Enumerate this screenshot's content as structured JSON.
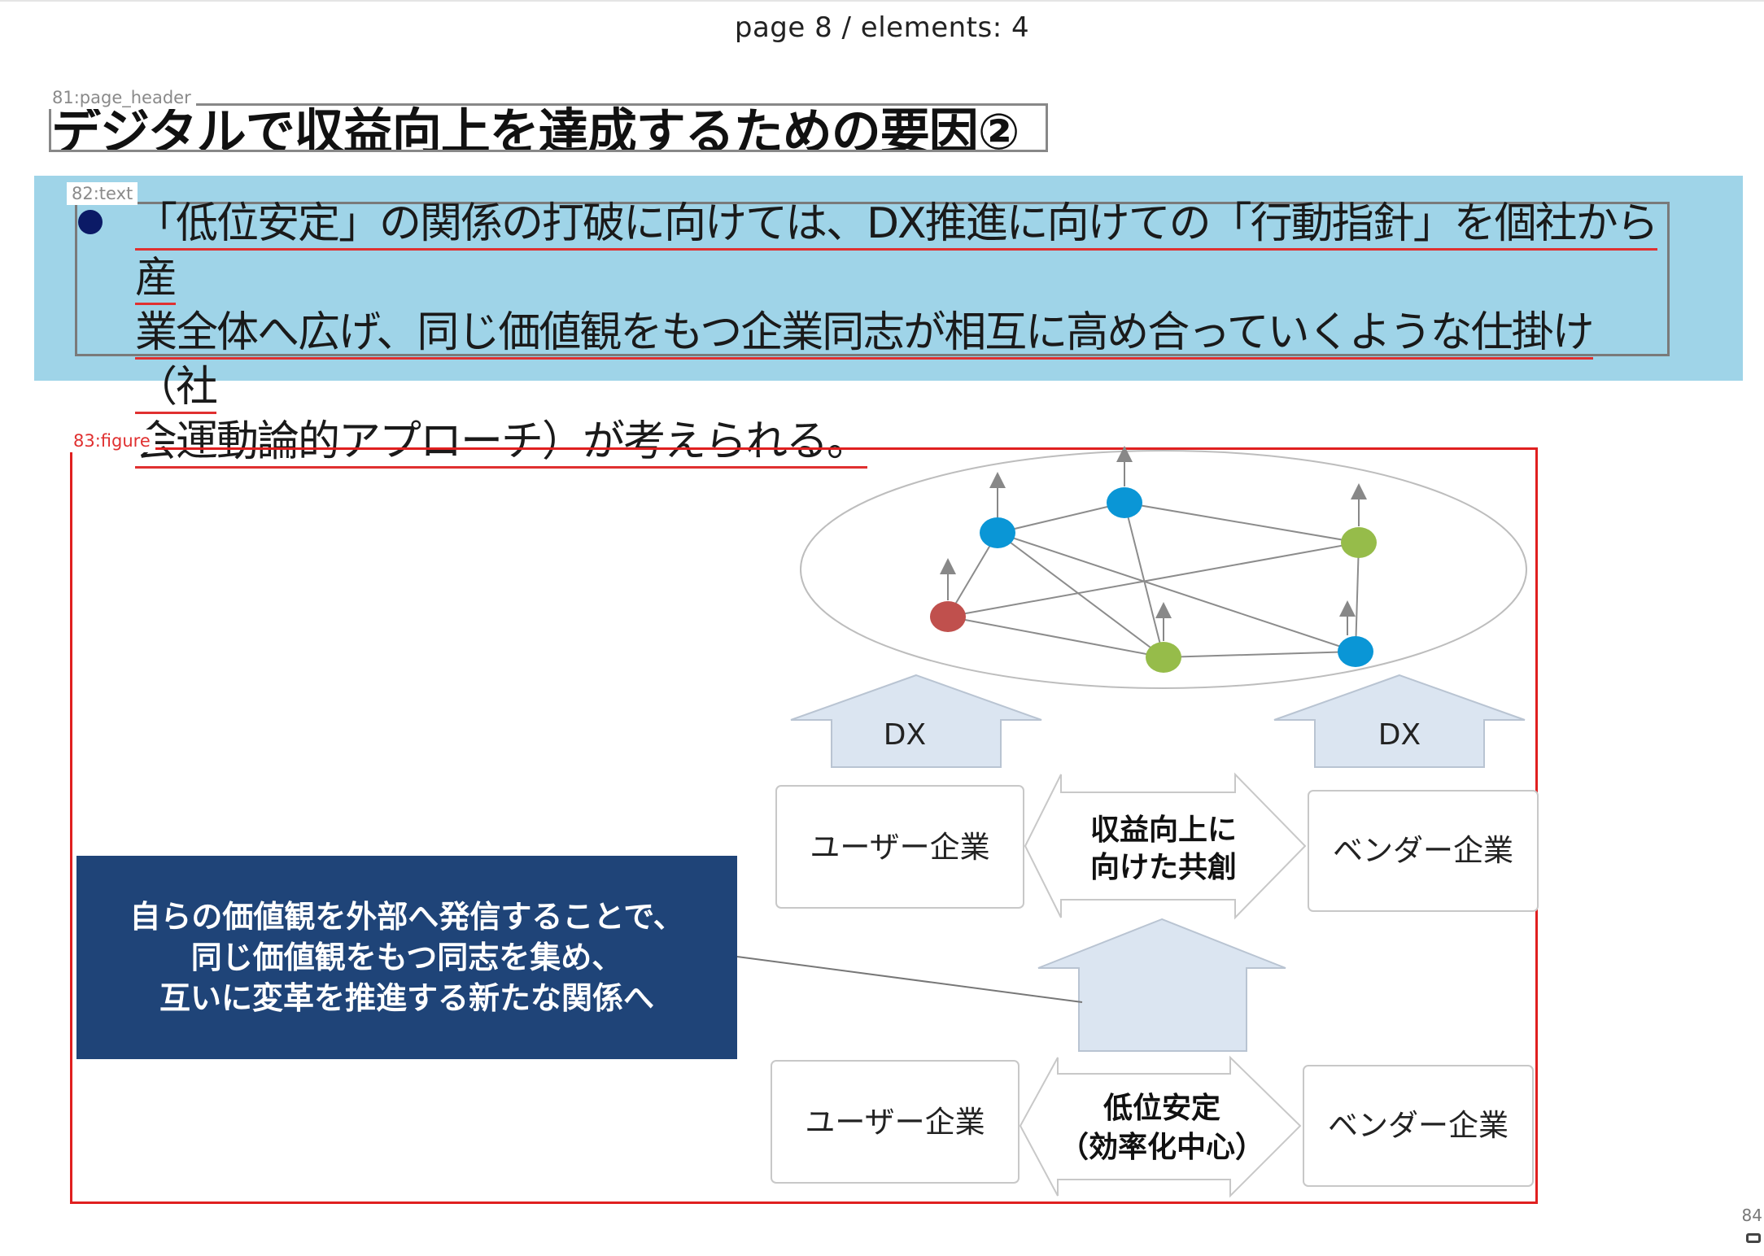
{
  "page_indicator": {
    "text": "page 8  /  elements: 4"
  },
  "elements": {
    "header_label": "81:page_header",
    "text_label": "82:text",
    "figure_label": "83:figure"
  },
  "page_header": {
    "text": "デジタルで収益向上を達成するための要因②"
  },
  "paragraph": {
    "line1": "「低位安定」の関係の打破に向けては、DX推進に向けての「行動指針」を個社から産",
    "line2": "業全体へ広げ、同じ価値観をもつ企業同志が相互に高め合っていくような仕掛け（社",
    "line3": "会運動論的アプローチ）が考えられる。"
  },
  "figure": {
    "dx_left": "DX",
    "dx_right": "DX",
    "user_top": "ユーザー企業",
    "vendor_top": "ベンダー企業",
    "center_top_line1": "収益向上に",
    "center_top_line2": "向けた共創",
    "user_bottom": "ユーザー企業",
    "vendor_bottom": "ベンダー企業",
    "center_bottom_line1": "低位安定",
    "center_bottom_line2": "（効率化中心）",
    "callout_line1": "自らの価値観を外部へ発信することで、",
    "callout_line2": "同じ価値観をもつ同志を集め、",
    "callout_line3": "互いに変革を推進する新たな関係へ",
    "node_colors": {
      "blue": "#0a96d6",
      "green": "#96bc4a",
      "red": "#c0504d"
    }
  },
  "corner_number": "84"
}
